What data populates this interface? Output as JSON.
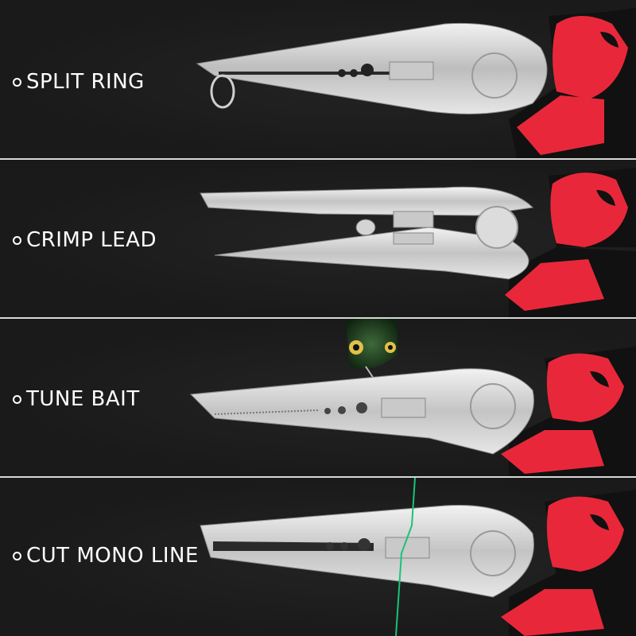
{
  "panels": [
    {
      "label": "SPLIT RING"
    },
    {
      "label": "CRIMP LEAD"
    },
    {
      "label": "TUNE BAIT"
    },
    {
      "label": "CUT MONO LINE"
    }
  ],
  "colors": {
    "background": "#1c1c1c",
    "divider": "#d8d8d8",
    "handle_red": "#e8283a",
    "handle_black": "#111111",
    "steel": "#d9d9d9",
    "mono_line": "#19c37a"
  },
  "icons": [
    "bullet-circle-icon",
    "pliers-icon",
    "split-ring-icon",
    "crimp-sleeve-icon",
    "lure-icon",
    "mono-line-icon"
  ]
}
